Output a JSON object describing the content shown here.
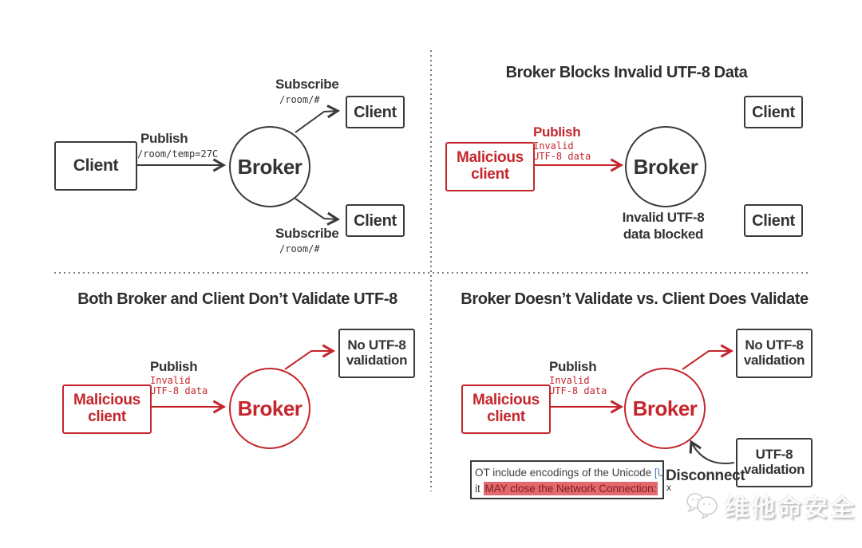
{
  "colors": {
    "dark": "#3a3a3a",
    "red": "#c5262c",
    "link_blue": "#4a7ec0",
    "highlight_bg": "#e4696c",
    "highlight_text": "#7c2022"
  },
  "top_left": {
    "client_left": "Client",
    "publish_label": "Publish",
    "publish_topic": "/room/temp=27C",
    "broker_label": "Broker",
    "subscribe_top_label": "Subscribe",
    "subscribe_top_topic": "/room/#",
    "client_top": "Client",
    "subscribe_bottom_label": "Subscribe",
    "subscribe_bottom_topic": "/room/#",
    "client_bottom": "Client"
  },
  "top_right": {
    "title": "Broker Blocks Invalid UTF-8 Data",
    "malicious_client": "Malicious client",
    "publish_label": "Publish",
    "payload_line1": "Invalid",
    "payload_line2": "UTF-8 data",
    "broker_label": "Broker",
    "blocked_note": "Invalid UTF-8 data blocked",
    "client_top": "Client",
    "client_bottom": "Client"
  },
  "bottom_left": {
    "title": "Both Broker and Client Don’t Validate UTF-8",
    "malicious_client": "Malicious client",
    "publish_label": "Publish",
    "payload_line1": "Invalid",
    "payload_line2": "UTF-8 data",
    "broker_label": "Broker",
    "no_validation_box": "No UTF-8 validation"
  },
  "bottom_right": {
    "title": "Broker Doesn’t Validate vs. Client Does Validate",
    "malicious_client": "Malicious client",
    "publish_label": "Publish",
    "payload_line1": "Invalid",
    "payload_line2": "UTF-8 data",
    "broker_label": "Broker",
    "no_validation_box": "No UTF-8 validation",
    "validation_box": "UTF-8 validation",
    "disconnect_label": "Disconnect",
    "disconnect_x": "x",
    "spec_snippet": {
      "line1_text": "OT include encodings of the Unicode ",
      "line1_link": "[U",
      "line2_prefix": "it ",
      "line2_highlight": "MAY close the Network Connection:"
    }
  },
  "watermark": {
    "text": "维他命安全"
  }
}
